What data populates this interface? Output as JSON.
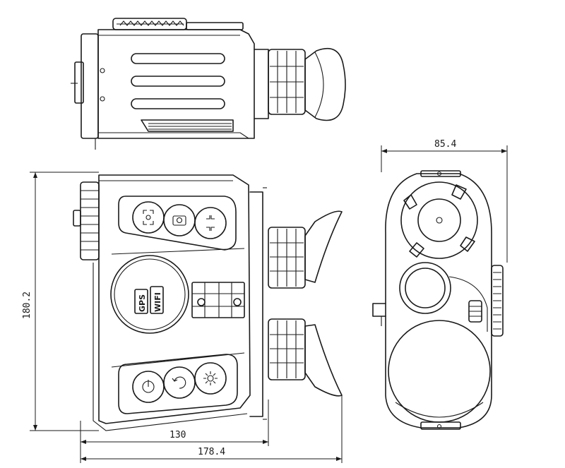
{
  "dimensions": {
    "width_label": "85.4",
    "height_label": "180.2",
    "body_length_label": "130",
    "total_length_label": "178.4"
  },
  "labels": {
    "gps": "GPS",
    "wifi": "WIFI"
  },
  "icons": [
    "zoom-icon",
    "camera-icon",
    "zoom-out-icon",
    "power-icon",
    "refresh-icon",
    "brightness-icon"
  ]
}
